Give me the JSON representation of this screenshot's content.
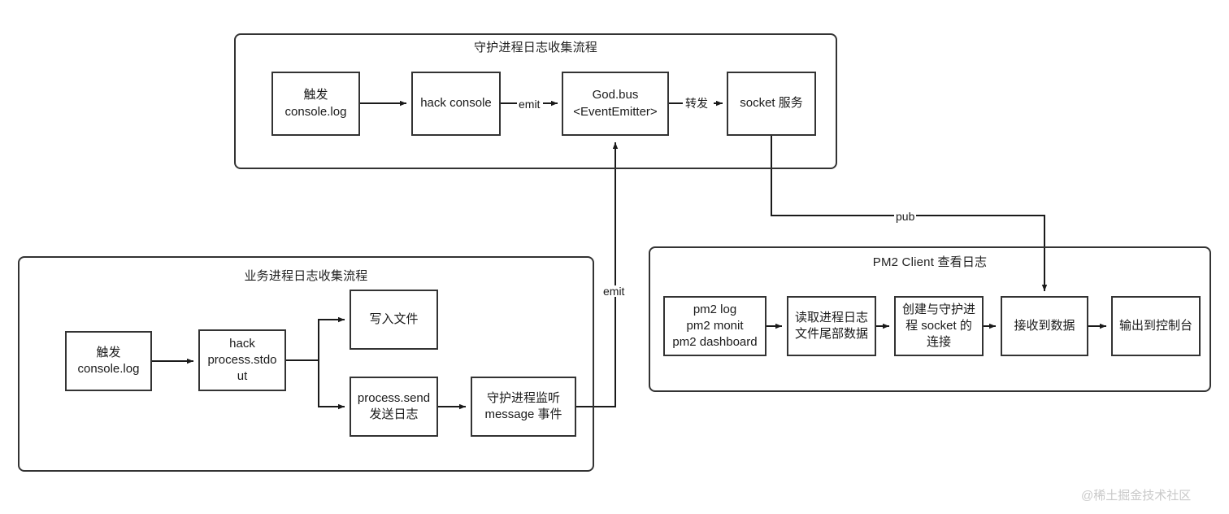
{
  "diagram": {
    "title_top": "守护进程日志收集流程",
    "title_bottom_left": "业务进程日志收集流程",
    "title_bottom_right": "PM2 Client 查看日志",
    "watermark": "@稀土掘金技术社区",
    "colors": {
      "stroke": "#333333",
      "background": "#ffffff",
      "text": "#1a1a1a",
      "watermark": "#c9c9c9"
    }
  },
  "daemon_group": {
    "title": "守护进程日志收集流程",
    "nodes": [
      {
        "id": "trigger-console-log",
        "label": "触发\nconsole.log"
      },
      {
        "id": "hack-console",
        "label": "hack console"
      },
      {
        "id": "god-bus",
        "label": "God.bus\n<EventEmitter>"
      },
      {
        "id": "socket-service",
        "label": "socket 服务"
      }
    ],
    "edges": [
      {
        "id": "trigger-to-hack",
        "label": ""
      },
      {
        "id": "hack-to-godbus",
        "label": "emit"
      },
      {
        "id": "godbus-to-socket",
        "label": "转发"
      }
    ]
  },
  "business_group": {
    "title": "业务进程日志收集流程",
    "nodes": [
      {
        "id": "trigger-console-log",
        "label": "触发\nconsole.log"
      },
      {
        "id": "hack-process-stdout",
        "label": "hack\nprocess.stdo\nut"
      },
      {
        "id": "write-file",
        "label": "写入文件"
      },
      {
        "id": "process-send",
        "label": "process.send\n发送日志"
      },
      {
        "id": "daemon-listen-message",
        "label": "守护进程监听\nmessage 事件"
      }
    ]
  },
  "pm2_group": {
    "title": "PM2 Client 查看日志",
    "nodes": [
      {
        "id": "pm2-commands",
        "label": "pm2 log\npm2 monit\npm2 dashboard"
      },
      {
        "id": "read-log-tail",
        "label": "读取进程日志\n文件尾部数据"
      },
      {
        "id": "create-socket-conn",
        "label": "创建与守护进\n程 socket 的\n连接"
      },
      {
        "id": "receive-data",
        "label": "接收到数据"
      },
      {
        "id": "output-console",
        "label": "输出到控制台"
      }
    ]
  },
  "cross_edges": [
    {
      "id": "emit-to-godbus",
      "label": "emit"
    },
    {
      "id": "pub-to-receive",
      "label": "pub"
    }
  ]
}
